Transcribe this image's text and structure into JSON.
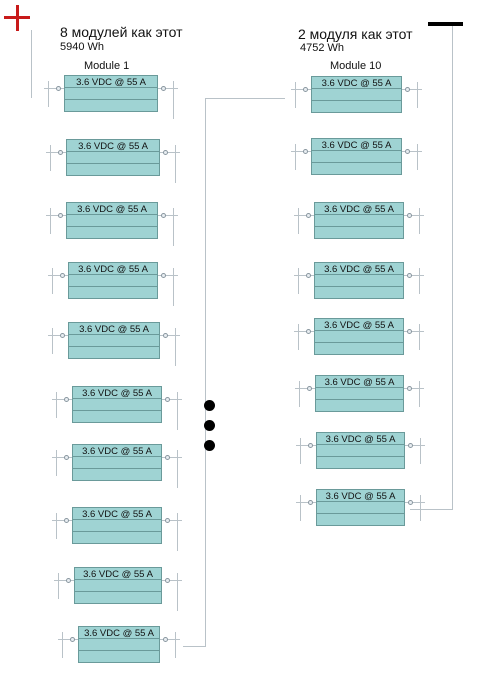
{
  "left_group": {
    "header": "8 модулей как этот",
    "energy": "5940 Wh",
    "module_label": "Module 1",
    "cell_label": "3.6 VDC @ 55 A"
  },
  "right_group": {
    "header": "2 модуля как этот",
    "energy": "4752 Wh",
    "module_label": "Module 10",
    "cell_label": "3.6 VDC @ 55 A"
  },
  "terminals": {
    "positive": "+",
    "negative": "−"
  },
  "colors": {
    "cell_fill": "#9fd3d3",
    "positive": "#c81a1a",
    "negative": "#000000",
    "wire": "#b9c2c8"
  },
  "icons": {
    "positive_terminal": "plus-icon",
    "negative_terminal": "minus-icon",
    "ellipsis": "vertical-ellipsis-icon"
  }
}
